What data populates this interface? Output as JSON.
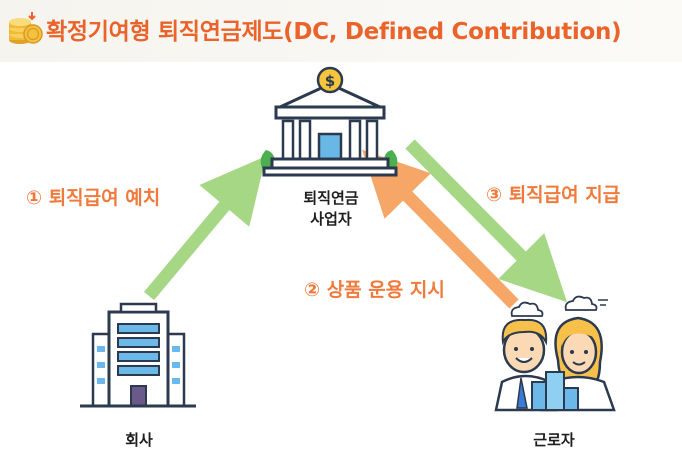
{
  "title": "확정기여형 퇴직연금제도(DC, Defined Contribution)",
  "colors": {
    "title": "#e9632a",
    "step_label": "#f07a3b",
    "arrow_green": "#a6d784",
    "arrow_orange": "#f6a768"
  },
  "icons": {
    "title": "coin-stack-icon",
    "provider": "bank-building-icon",
    "company": "office-building-icon",
    "worker": "workers-icon"
  },
  "nodes": {
    "provider": {
      "line1": "퇴직연금",
      "line2": "사업자"
    },
    "company": {
      "label": "회사"
    },
    "worker": {
      "label": "근로자"
    }
  },
  "steps": {
    "deposit": "① 퇴직급여 예치",
    "instruct": "② 상품 운용 지시",
    "payout": "③ 퇴직급여 지급"
  }
}
